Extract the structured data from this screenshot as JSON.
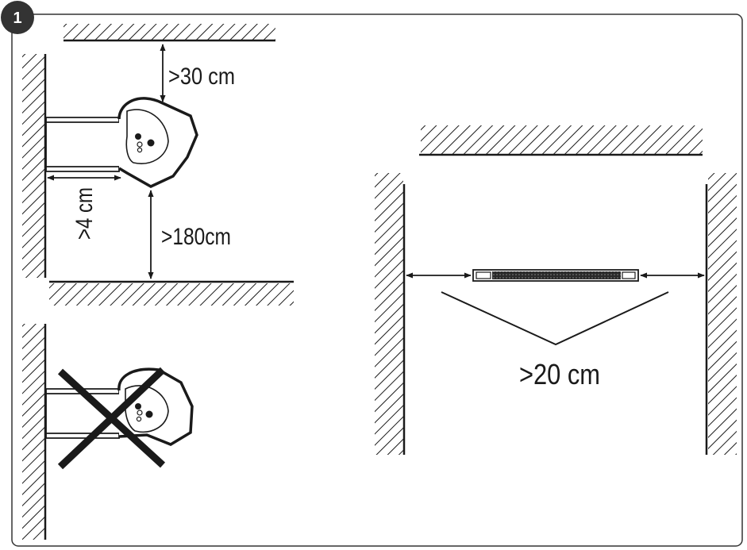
{
  "figure": {
    "step_number": "1",
    "colors": {
      "ink": "#1a1a1a",
      "badge": "#333333",
      "frame": "#333333",
      "background": "#ffffff"
    },
    "labels": {
      "ceiling_clearance": ">30 cm",
      "wall_offset": ">4 cm",
      "floor_clearance": ">180cm",
      "side_clearance": ">20 cm"
    },
    "icons": [
      "step-badge",
      "hatched-wall",
      "heater-side-view",
      "heater-front-bar",
      "prohibited-cross",
      "double-arrow"
    ]
  }
}
